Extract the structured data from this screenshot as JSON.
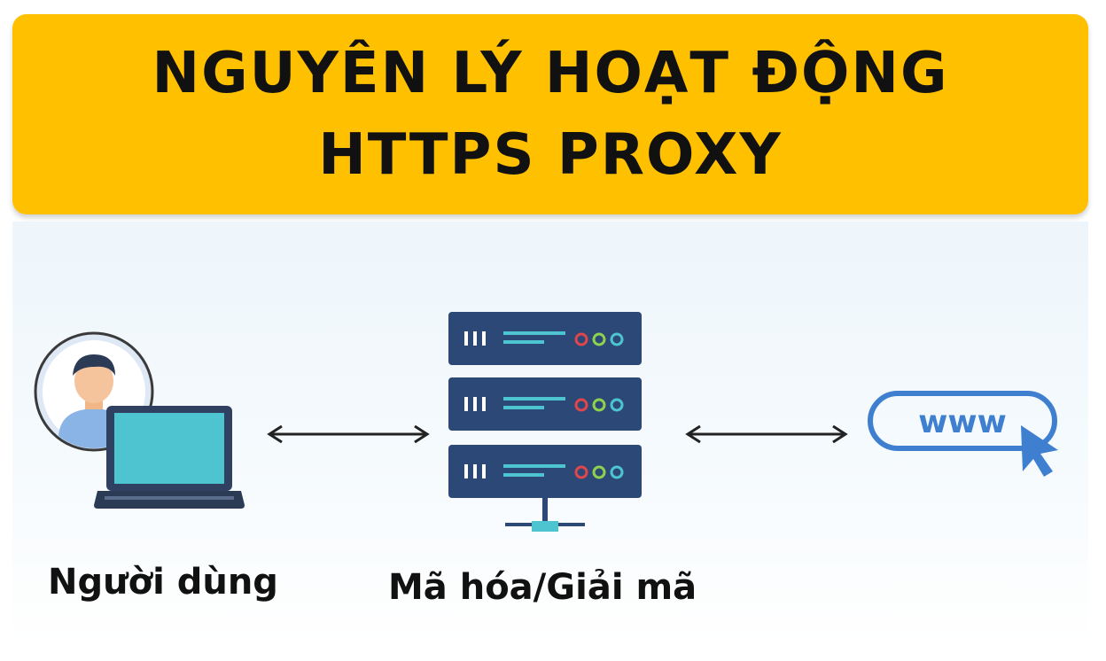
{
  "title": {
    "line1": "NGUYÊN LÝ HOẠT ĐỘNG",
    "line2": "HTTPS PROXY"
  },
  "nodes": {
    "user": {
      "label": "Người dùng",
      "icon": "user-laptop-icon"
    },
    "proxy": {
      "label": "Mã hóa/Giải mã",
      "icon": "server-rack-icon"
    },
    "web": {
      "text": "www",
      "icon": "www-cursor-icon"
    }
  },
  "colors": {
    "banner": "#ffc000",
    "server": "#2c4877",
    "accent": "#3f7fd0",
    "screen": "#4ec4d0",
    "arrow": "#222222"
  }
}
